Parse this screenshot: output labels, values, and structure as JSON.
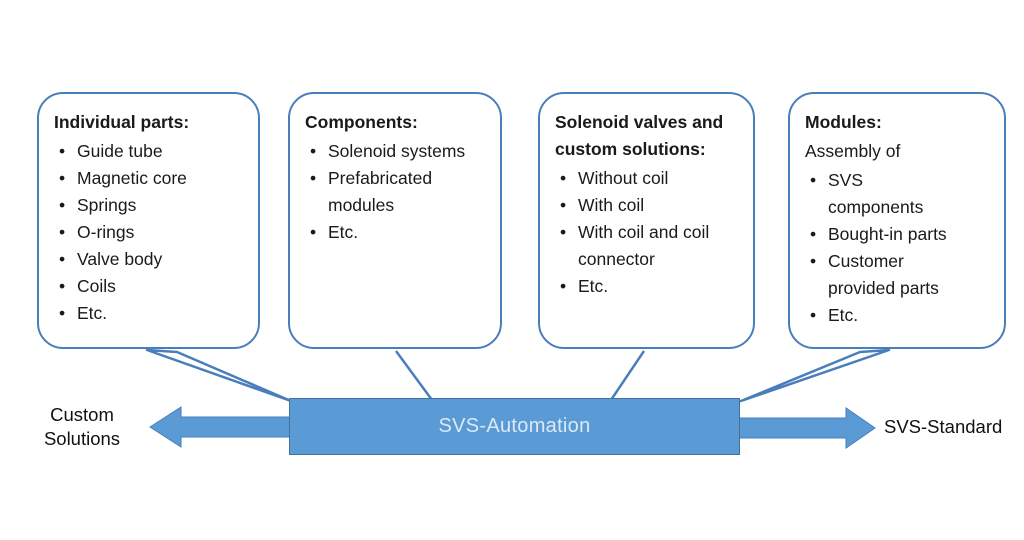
{
  "diagram": {
    "boxes": [
      {
        "title": "Individual parts:",
        "items": [
          "Guide tube",
          "Magnetic core",
          "Springs",
          "O-rings",
          "Valve body",
          "Coils",
          "Etc."
        ]
      },
      {
        "title": "Components:",
        "items": [
          "Solenoid systems",
          "Prefabricated\nmodules",
          "Etc."
        ]
      },
      {
        "title": "Solenoid valves and\ncustom solutions:",
        "items": [
          "Without coil",
          "With coil",
          "With coil and coil\nconnector",
          "Etc."
        ]
      },
      {
        "title": "Modules:",
        "subtitle": "Assembly of",
        "items": [
          "SVS\ncomponents",
          "Bought-in parts",
          "Customer\nprovided parts",
          "Etc."
        ]
      }
    ],
    "bar_label": "SVS-Automation",
    "left_label": "Custom Solutions",
    "right_label": "SVS-Standard",
    "colors": {
      "fill_blue": "#5b9bd5",
      "outline_blue": "#4a7ebb",
      "bar_border_blue": "#41719c",
      "bar_text": "#dbe9f7",
      "body_text": "#1a1a1a"
    }
  }
}
